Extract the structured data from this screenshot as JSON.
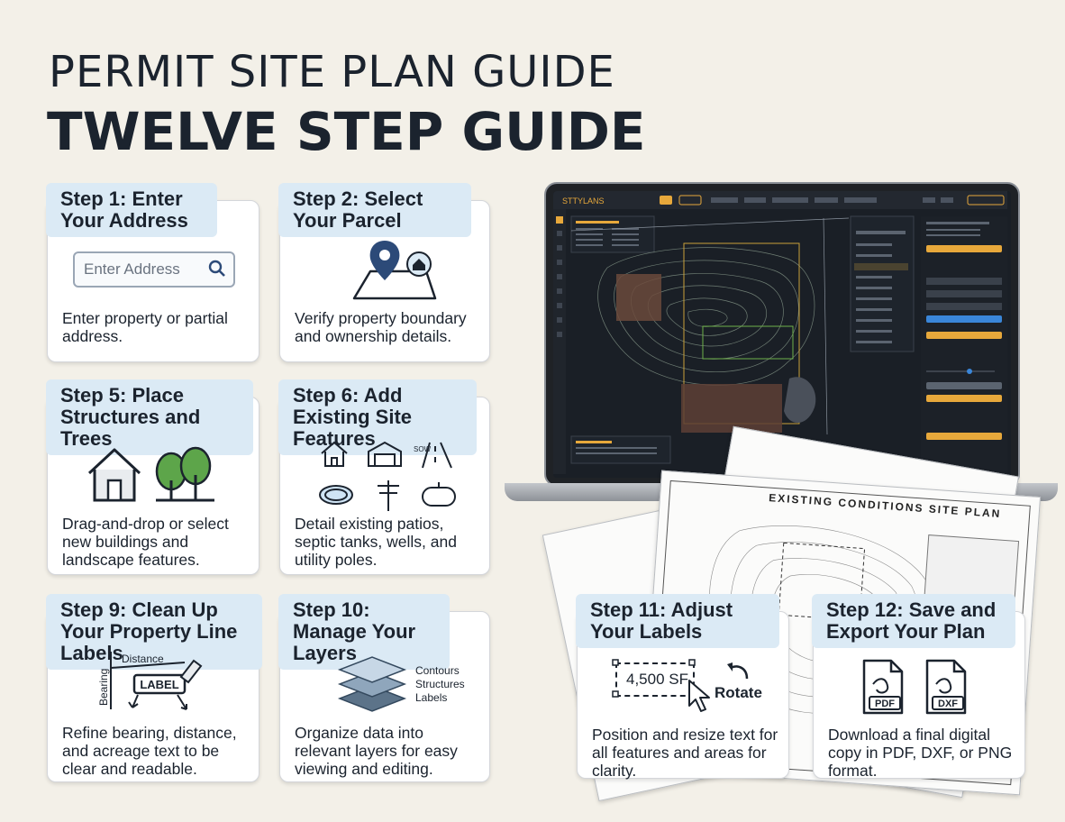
{
  "title_line1": "PERMIT SITE PLAN GUIDE",
  "title_line2": "TWELVE STEP GUIDE",
  "steps": [
    {
      "title": "Step 1: Enter Your Address",
      "desc": "Enter property or partial address.",
      "placeholder": "Enter Address"
    },
    {
      "title": "Step 2: Select Your Parcel",
      "desc": "Verify property boundary and ownership details."
    },
    {
      "title": "Step 5: Place Structures and Trees",
      "desc": "Drag-and-drop or select new buildings and landscape features."
    },
    {
      "title": "Step 6: Add Existing Site Features",
      "desc": "Detail existing patios, septic tanks, wells, and utility poles."
    },
    {
      "title": "Step 9: Clean Up Your Property Line Labels",
      "desc": "Refine bearing, distance, and acreage text to be clear and readable.",
      "label_distance": "Distance",
      "label_bearing": "Bearing",
      "label_box": "LABEL"
    },
    {
      "title": "Step 10: Manage Your Layers",
      "desc": "Organize data into relevant layers for easy viewing and editing.",
      "layers": [
        "Contours",
        "Structures",
        "Labels"
      ]
    },
    {
      "title": "Step 11: Adjust Your Labels",
      "desc": "Position and resize text for all features and areas for clarity.",
      "area_label": "4,500 SF",
      "rotate_label": "Rotate"
    },
    {
      "title": "Step 12: Save and Export Your Plan",
      "desc": "Download a final digital copy in PDF, DXF, or PNG format.",
      "formats": [
        "PDF",
        "DXF"
      ]
    }
  ],
  "app": {
    "brand": "STTYLANS",
    "paper_title": "EXISTING CONDITIONS SITE PLAN"
  },
  "colors": {
    "background": "#f3f0e8",
    "header_bg": "#dbeaf5",
    "text": "#1b232e",
    "accent": "#e7a83b"
  }
}
